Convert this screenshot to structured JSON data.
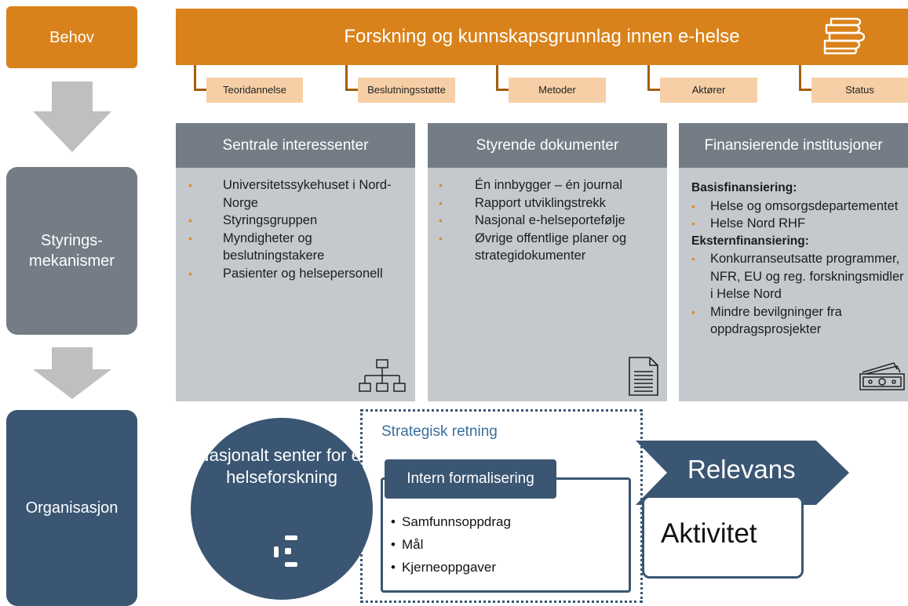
{
  "stages": {
    "behov": "Behov",
    "styring_line1": "Styrings-",
    "styring_line2": "mekanismer",
    "organisasjon": "Organisasjon"
  },
  "banner": {
    "title": "Forskning og kunnskapsgrunnlag innen e-helse",
    "icon": "books-icon",
    "items": [
      "Teoridannelse",
      "Beslutningsstøtte",
      "Metoder",
      "Aktører",
      "Status"
    ]
  },
  "columns": {
    "interessenter": {
      "title": "Sentrale interessenter",
      "items": [
        "Universitetssykehuset i Nord-Norge",
        "Styringsgruppen",
        "Myndigheter og beslutningstakere",
        "Pasienter og helsepersonell"
      ],
      "icon": "org-chart-icon"
    },
    "dokumenter": {
      "title": "Styrende dokumenter",
      "items": [
        "Én innbygger – én journal",
        "Rapport utviklingstrekk",
        "Nasjonal e-helseportefølje",
        "Øvrige offentlige planer og strategidokumenter"
      ],
      "icon": "document-icon"
    },
    "finansiering": {
      "title": "Finansierende institusjoner",
      "basis_heading": "Basisfinansiering:",
      "basis_items": [
        "Helse og omsorgsdepartementet",
        "Helse Nord RHF"
      ],
      "ekstern_heading": "Eksternfinansiering:",
      "ekstern_items": [
        "Konkurranseutsatte programmer, NFR, EU og reg. forskningsmidler i Helse Nord",
        "Mindre bevilgninger fra oppdragsprosjekter"
      ],
      "icon": "money-icon"
    }
  },
  "organisasjon": {
    "center_name": "Nasjonalt senter for e-helseforskning",
    "logo": "nsE-logo-icon",
    "strategisk": "Strategisk retning",
    "intern": "Intern formalisering",
    "intern_items": [
      "Samfunnsoppdrag",
      "Mål",
      "Kjerneoppgaver"
    ],
    "relevans": "Relevans",
    "aktivitet": "Aktivitet"
  },
  "colors": {
    "orange": "#d9821b",
    "light_orange": "#f7cfa6",
    "grey_dark": "#747d86",
    "grey_light": "#c5c9cd",
    "navy": "#3a5673",
    "arrow_grey": "#bfbfbf"
  }
}
